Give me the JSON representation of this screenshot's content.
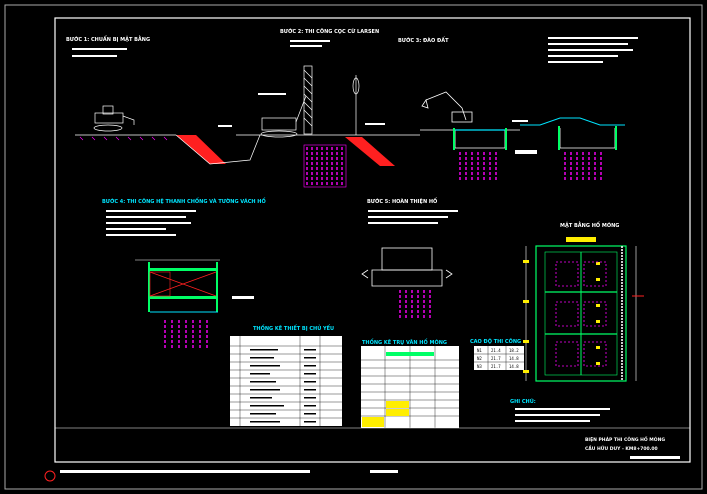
{
  "drawing": {
    "step1_title": "BƯỚC 1: CHUẨN BỊ MẶT BẰNG",
    "step2_title": "BƯỚC 2: THI CÔNG CỌC CỪ LARSEN",
    "step3_title": "BƯỚC 3: ĐÀO ĐẤT",
    "step4_title": "BƯỚC 4: THI CÔNG HỆ THANH CHỐNG VÀ TƯỜNG VÁCH HỐ",
    "step5_title": "BƯỚC 5: HOÀN THIỆN HỐ",
    "plan_title": "MẶT BẰNG HỐ MÓNG",
    "table1_title": "THỐNG KÊ THIẾT BỊ CHỦ YẾU",
    "table2_title": "THỐNG KÊ TRỤ VÂN HỐ MÓNG",
    "table3_title": "CAO ĐỘ THI CÔNG",
    "notes_title": "GHI CHÚ:",
    "title_block_line1": "BIỆN PHÁP THI CÔNG HỐ MÓNG",
    "title_block_line2": "CẦU HỮU DUY - KM8+700.00"
  },
  "table3": {
    "rows": [
      [
        "N1",
        "21.4",
        "18.2"
      ],
      [
        "N2",
        "21.7",
        "14.8"
      ],
      [
        "N3",
        "21.7",
        "14.8"
      ]
    ]
  },
  "colors": {
    "background": "#000000",
    "frame": "#ffffff",
    "piles": "#ff00ff",
    "slope": "#ff2020",
    "sheet_pile": "#00ff66",
    "water": "#00e5ff",
    "highlight": "#ffee00"
  }
}
